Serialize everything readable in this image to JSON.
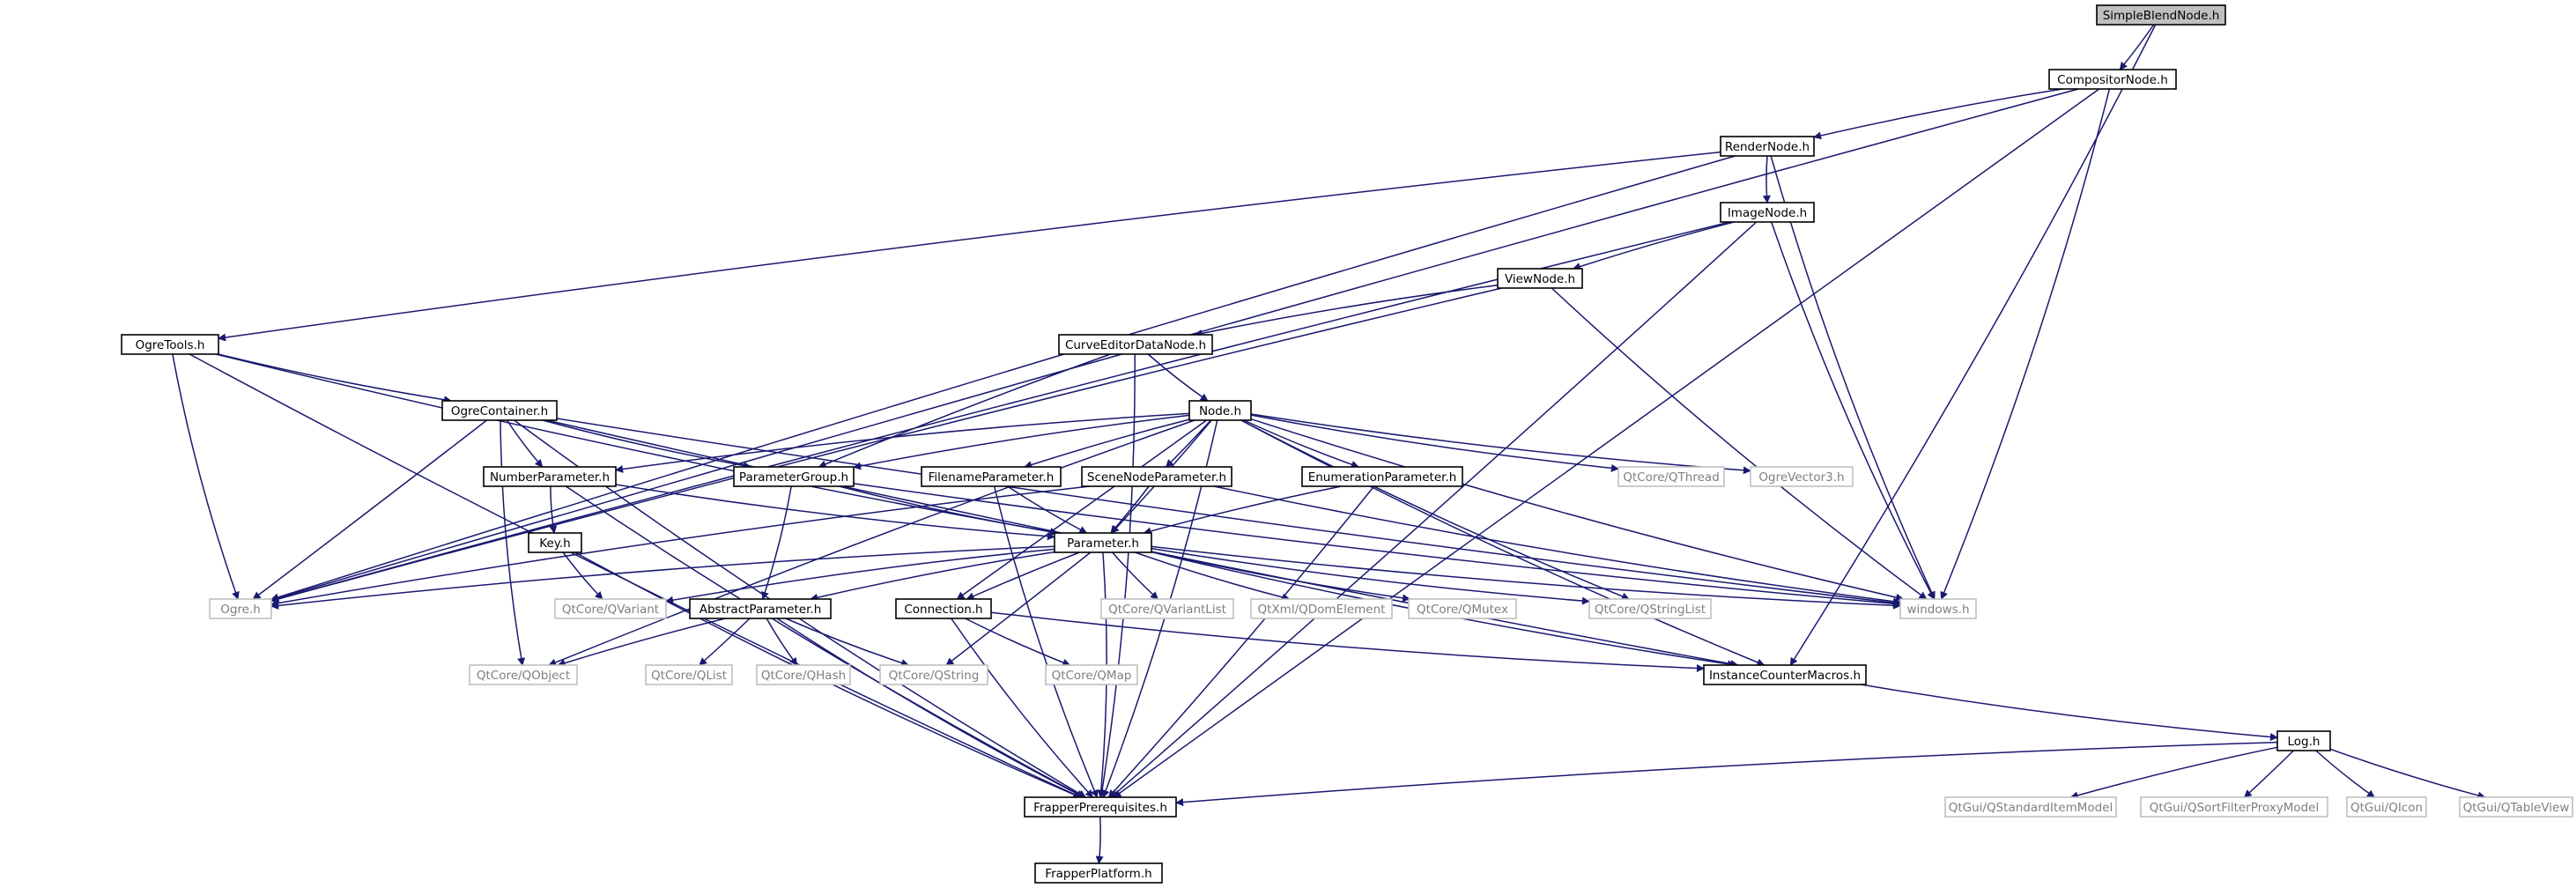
{
  "graph": {
    "colors": {
      "edge": "#191970",
      "node_border": "#000000",
      "node_text": "#000000",
      "external_border": "#bfbfbf",
      "external_text": "#7f7f7f",
      "root_fill": "#bfbfbf",
      "background": "#ffffff"
    },
    "nodes": [
      {
        "id": "SimpleBlendNode",
        "label": "SimpleBlendNode.h",
        "kind": "root"
      },
      {
        "id": "CompositorNode",
        "label": "CompositorNode.h",
        "kind": "file"
      },
      {
        "id": "RenderNode",
        "label": "RenderNode.h",
        "kind": "file"
      },
      {
        "id": "ImageNode",
        "label": "ImageNode.h",
        "kind": "file"
      },
      {
        "id": "ViewNode",
        "label": "ViewNode.h",
        "kind": "file"
      },
      {
        "id": "OgreTools",
        "label": "OgreTools.h",
        "kind": "file"
      },
      {
        "id": "CurveEditorDataNode",
        "label": "CurveEditorDataNode.h",
        "kind": "file"
      },
      {
        "id": "OgreContainer",
        "label": "OgreContainer.h",
        "kind": "file"
      },
      {
        "id": "Node",
        "label": "Node.h",
        "kind": "file"
      },
      {
        "id": "NumberParameter",
        "label": "NumberParameter.h",
        "kind": "file"
      },
      {
        "id": "ParameterGroup",
        "label": "ParameterGroup.h",
        "kind": "file"
      },
      {
        "id": "FilenameParameter",
        "label": "FilenameParameter.h",
        "kind": "file"
      },
      {
        "id": "SceneNodeParameter",
        "label": "SceneNodeParameter.h",
        "kind": "file"
      },
      {
        "id": "EnumerationParameter",
        "label": "EnumerationParameter.h",
        "kind": "file"
      },
      {
        "id": "QThread",
        "label": "QtCore/QThread",
        "kind": "external"
      },
      {
        "id": "OgreVector3",
        "label": "OgreVector3.h",
        "kind": "external"
      },
      {
        "id": "Key",
        "label": "Key.h",
        "kind": "file"
      },
      {
        "id": "Parameter",
        "label": "Parameter.h",
        "kind": "file"
      },
      {
        "id": "Ogre",
        "label": "Ogre.h",
        "kind": "external"
      },
      {
        "id": "QVariant",
        "label": "QtCore/QVariant",
        "kind": "external"
      },
      {
        "id": "AbstractParameter",
        "label": "AbstractParameter.h",
        "kind": "file"
      },
      {
        "id": "Connection",
        "label": "Connection.h",
        "kind": "file"
      },
      {
        "id": "QVariantList",
        "label": "QtCore/QVariantList",
        "kind": "external"
      },
      {
        "id": "QDomElement",
        "label": "QtXml/QDomElement",
        "kind": "external"
      },
      {
        "id": "QMutex",
        "label": "QtCore/QMutex",
        "kind": "external"
      },
      {
        "id": "QStringList",
        "label": "QtCore/QStringList",
        "kind": "external"
      },
      {
        "id": "windows",
        "label": "windows.h",
        "kind": "external"
      },
      {
        "id": "QObject",
        "label": "QtCore/QObject",
        "kind": "external"
      },
      {
        "id": "QList",
        "label": "QtCore/QList",
        "kind": "external"
      },
      {
        "id": "QHash",
        "label": "QtCore/QHash",
        "kind": "external"
      },
      {
        "id": "QString",
        "label": "QtCore/QString",
        "kind": "external"
      },
      {
        "id": "QMap",
        "label": "QtCore/QMap",
        "kind": "external"
      },
      {
        "id": "InstanceCounterMacros",
        "label": "InstanceCounterMacros.h",
        "kind": "file"
      },
      {
        "id": "Log",
        "label": "Log.h",
        "kind": "file"
      },
      {
        "id": "FrapperPrerequisites",
        "label": "FrapperPrerequisites.h",
        "kind": "file"
      },
      {
        "id": "QStandardItemModel",
        "label": "QtGui/QStandardItemModel",
        "kind": "external"
      },
      {
        "id": "QSortFilterProxyModel",
        "label": "QtGui/QSortFilterProxyModel",
        "kind": "external"
      },
      {
        "id": "QIcon",
        "label": "QtGui/QIcon",
        "kind": "external"
      },
      {
        "id": "QTableView",
        "label": "QtGui/QTableView",
        "kind": "external"
      },
      {
        "id": "FrapperPlatform",
        "label": "FrapperPlatform.h",
        "kind": "file"
      }
    ],
    "edges": [
      [
        "SimpleBlendNode",
        "CompositorNode"
      ],
      [
        "SimpleBlendNode",
        "InstanceCounterMacros"
      ],
      [
        "CompositorNode",
        "RenderNode"
      ],
      [
        "CompositorNode",
        "Ogre"
      ],
      [
        "CompositorNode",
        "windows"
      ],
      [
        "CompositorNode",
        "FrapperPrerequisites"
      ],
      [
        "RenderNode",
        "ImageNode"
      ],
      [
        "RenderNode",
        "OgreTools"
      ],
      [
        "RenderNode",
        "Ogre"
      ],
      [
        "RenderNode",
        "windows"
      ],
      [
        "ImageNode",
        "ViewNode"
      ],
      [
        "ImageNode",
        "Ogre"
      ],
      [
        "ImageNode",
        "windows"
      ],
      [
        "ImageNode",
        "FrapperPrerequisites"
      ],
      [
        "ViewNode",
        "CurveEditorDataNode"
      ],
      [
        "ViewNode",
        "Ogre"
      ],
      [
        "ViewNode",
        "windows"
      ],
      [
        "OgreTools",
        "OgreContainer"
      ],
      [
        "OgreTools",
        "Ogre"
      ],
      [
        "OgreTools",
        "Parameter"
      ],
      [
        "OgreTools",
        "FrapperPrerequisites"
      ],
      [
        "CurveEditorDataNode",
        "Node"
      ],
      [
        "CurveEditorDataNode",
        "ParameterGroup"
      ],
      [
        "CurveEditorDataNode",
        "FrapperPrerequisites"
      ],
      [
        "OgreContainer",
        "NumberParameter"
      ],
      [
        "OgreContainer",
        "ParameterGroup"
      ],
      [
        "OgreContainer",
        "Ogre"
      ],
      [
        "OgreContainer",
        "QObject"
      ],
      [
        "OgreContainer",
        "FrapperPrerequisites"
      ],
      [
        "OgreContainer",
        "windows"
      ],
      [
        "OgreContainer",
        "InstanceCounterMacros"
      ],
      [
        "Node",
        "NumberParameter"
      ],
      [
        "Node",
        "ParameterGroup"
      ],
      [
        "Node",
        "FilenameParameter"
      ],
      [
        "Node",
        "SceneNodeParameter"
      ],
      [
        "Node",
        "EnumerationParameter"
      ],
      [
        "Node",
        "Parameter"
      ],
      [
        "Node",
        "Connection"
      ],
      [
        "Node",
        "QThread"
      ],
      [
        "Node",
        "OgreVector3"
      ],
      [
        "Node",
        "QObject"
      ],
      [
        "Node",
        "windows"
      ],
      [
        "Node",
        "QStringList"
      ],
      [
        "Node",
        "InstanceCounterMacros"
      ],
      [
        "Node",
        "FrapperPrerequisites"
      ],
      [
        "NumberParameter",
        "Key"
      ],
      [
        "NumberParameter",
        "Parameter"
      ],
      [
        "NumberParameter",
        "FrapperPrerequisites"
      ],
      [
        "ParameterGroup",
        "Parameter"
      ],
      [
        "ParameterGroup",
        "AbstractParameter"
      ],
      [
        "ParameterGroup",
        "windows"
      ],
      [
        "FilenameParameter",
        "Parameter"
      ],
      [
        "FilenameParameter",
        "FrapperPrerequisites"
      ],
      [
        "SceneNodeParameter",
        "Parameter"
      ],
      [
        "SceneNodeParameter",
        "Ogre"
      ],
      [
        "SceneNodeParameter",
        "windows"
      ],
      [
        "EnumerationParameter",
        "Parameter"
      ],
      [
        "EnumerationParameter",
        "FrapperPrerequisites"
      ],
      [
        "Key",
        "QVariant"
      ],
      [
        "Key",
        "FrapperPrerequisites"
      ],
      [
        "Parameter",
        "Ogre"
      ],
      [
        "Parameter",
        "QVariant"
      ],
      [
        "Parameter",
        "AbstractParameter"
      ],
      [
        "Parameter",
        "Connection"
      ],
      [
        "Parameter",
        "QVariantList"
      ],
      [
        "Parameter",
        "QDomElement"
      ],
      [
        "Parameter",
        "QMutex"
      ],
      [
        "Parameter",
        "QStringList"
      ],
      [
        "Parameter",
        "windows"
      ],
      [
        "Parameter",
        "QString"
      ],
      [
        "Parameter",
        "InstanceCounterMacros"
      ],
      [
        "Parameter",
        "FrapperPrerequisites"
      ],
      [
        "AbstractParameter",
        "QObject"
      ],
      [
        "AbstractParameter",
        "QList"
      ],
      [
        "AbstractParameter",
        "QHash"
      ],
      [
        "AbstractParameter",
        "QString"
      ],
      [
        "AbstractParameter",
        "FrapperPrerequisites"
      ],
      [
        "Connection",
        "QMap"
      ],
      [
        "Connection",
        "InstanceCounterMacros"
      ],
      [
        "Connection",
        "FrapperPrerequisites"
      ],
      [
        "InstanceCounterMacros",
        "Log"
      ],
      [
        "Log",
        "FrapperPrerequisites"
      ],
      [
        "Log",
        "QStandardItemModel"
      ],
      [
        "Log",
        "QSortFilterProxyModel"
      ],
      [
        "Log",
        "QIcon"
      ],
      [
        "Log",
        "QTableView"
      ],
      [
        "FrapperPrerequisites",
        "FrapperPlatform"
      ]
    ]
  }
}
